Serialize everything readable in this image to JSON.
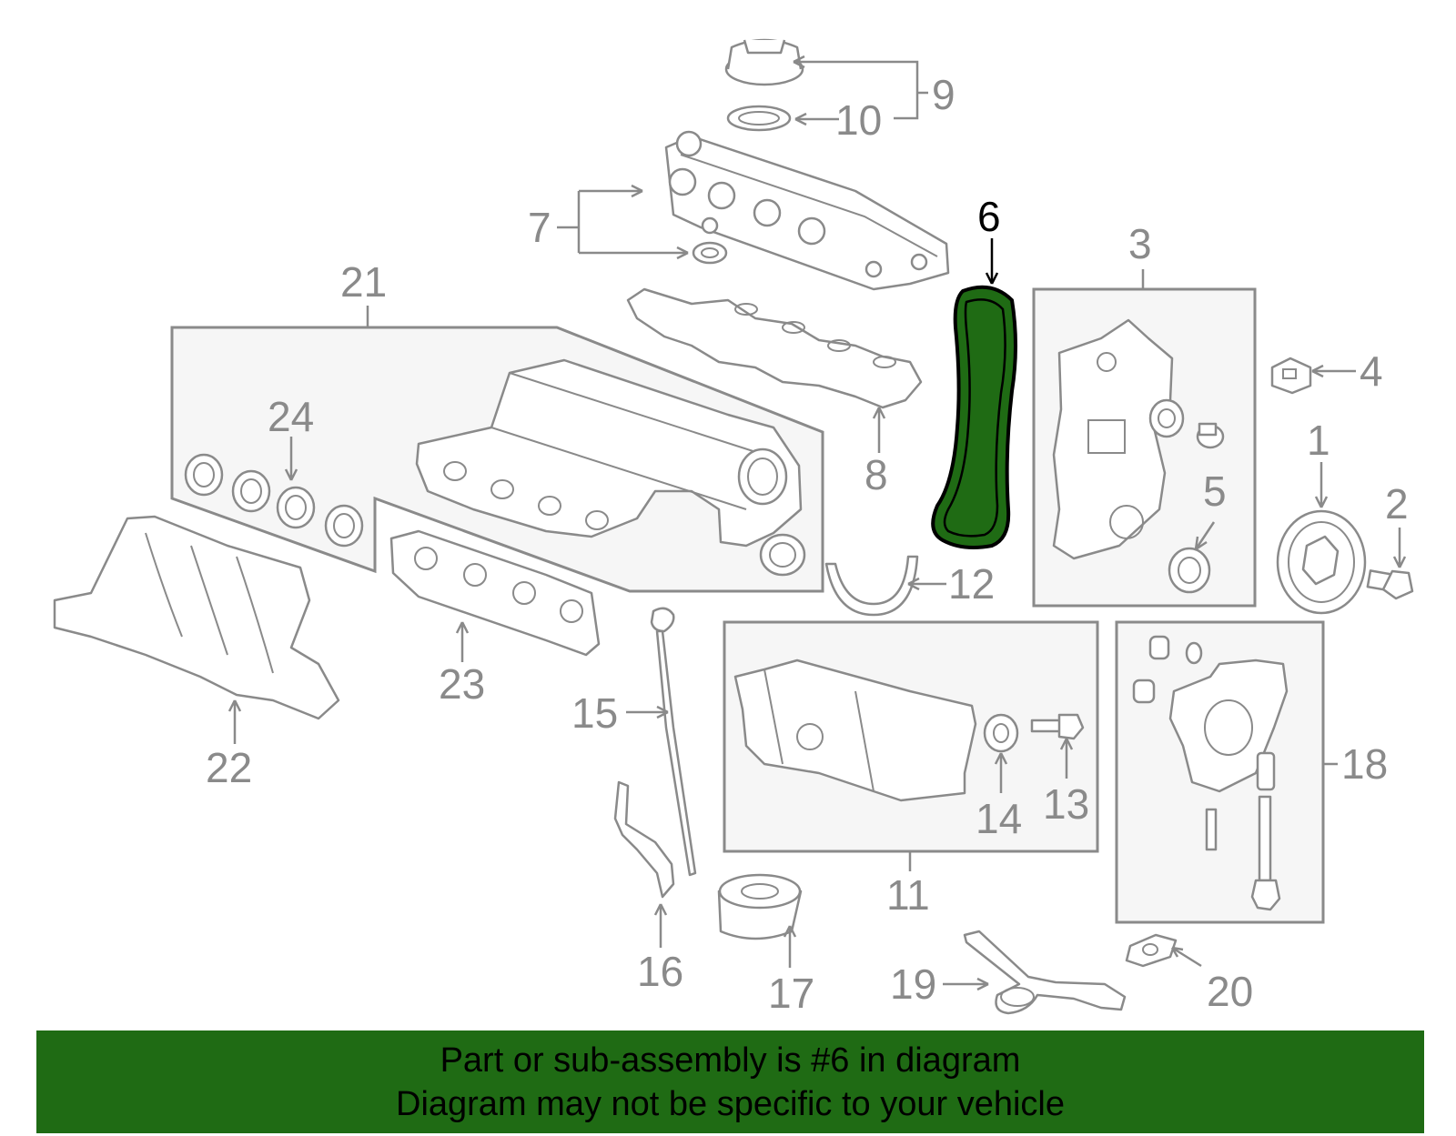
{
  "diagram": {
    "highlight_color": "#1f6b14",
    "line_color": "#8a8a8a",
    "highlighted_part": "6",
    "callouts": [
      {
        "id": "c1",
        "label": "1"
      },
      {
        "id": "c2",
        "label": "2"
      },
      {
        "id": "c3",
        "label": "3"
      },
      {
        "id": "c4",
        "label": "4"
      },
      {
        "id": "c5",
        "label": "5"
      },
      {
        "id": "c6",
        "label": "6"
      },
      {
        "id": "c7",
        "label": "7"
      },
      {
        "id": "c8",
        "label": "8"
      },
      {
        "id": "c9",
        "label": "9"
      },
      {
        "id": "c10",
        "label": "10"
      },
      {
        "id": "c11",
        "label": "11"
      },
      {
        "id": "c12",
        "label": "12"
      },
      {
        "id": "c13",
        "label": "13"
      },
      {
        "id": "c14",
        "label": "14"
      },
      {
        "id": "c15",
        "label": "15"
      },
      {
        "id": "c16",
        "label": "16"
      },
      {
        "id": "c17",
        "label": "17"
      },
      {
        "id": "c18",
        "label": "18"
      },
      {
        "id": "c19",
        "label": "19"
      },
      {
        "id": "c20",
        "label": "20"
      },
      {
        "id": "c21",
        "label": "21"
      },
      {
        "id": "c22",
        "label": "22"
      },
      {
        "id": "c23",
        "label": "23"
      },
      {
        "id": "c24",
        "label": "24"
      }
    ]
  },
  "banner": {
    "line1": "Part or sub-assembly is #6 in diagram",
    "line2": "Diagram may not be specific to your vehicle",
    "background": "#1f6b14"
  }
}
